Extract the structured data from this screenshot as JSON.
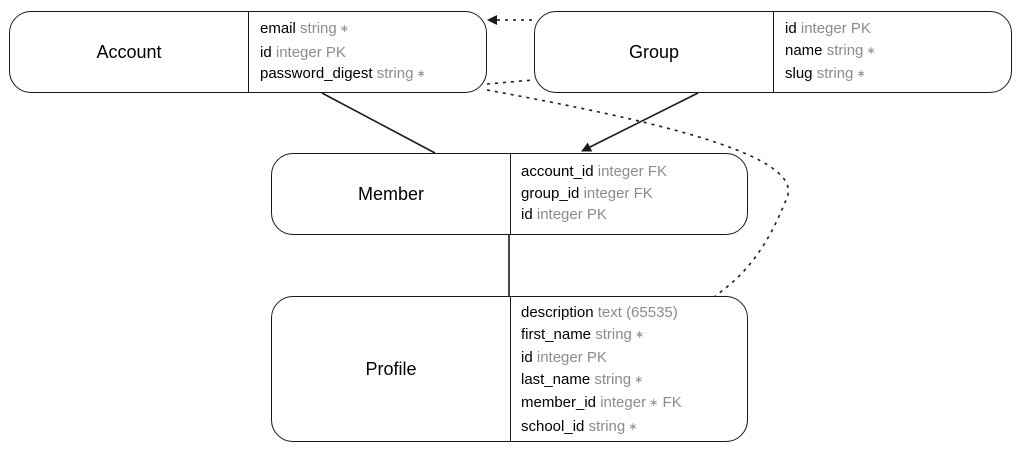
{
  "entities": {
    "account": {
      "name": "Account",
      "attributes": [
        {
          "name": "email",
          "type": "string",
          "required": true,
          "key": ""
        },
        {
          "name": "id",
          "type": "integer",
          "required": false,
          "key": "PK"
        },
        {
          "name": "password_digest",
          "type": "string",
          "required": true,
          "key": ""
        }
      ]
    },
    "group": {
      "name": "Group",
      "attributes": [
        {
          "name": "id",
          "type": "integer",
          "required": false,
          "key": "PK"
        },
        {
          "name": "name",
          "type": "string",
          "required": true,
          "key": ""
        },
        {
          "name": "slug",
          "type": "string",
          "required": true,
          "key": ""
        }
      ]
    },
    "member": {
      "name": "Member",
      "attributes": [
        {
          "name": "account_id",
          "type": "integer",
          "required": false,
          "key": "FK"
        },
        {
          "name": "group_id",
          "type": "integer",
          "required": false,
          "key": "FK"
        },
        {
          "name": "id",
          "type": "integer",
          "required": false,
          "key": "PK"
        }
      ]
    },
    "profile": {
      "name": "Profile",
      "attributes": [
        {
          "name": "description",
          "type": "text (65535)",
          "required": false,
          "key": ""
        },
        {
          "name": "first_name",
          "type": "string",
          "required": true,
          "key": ""
        },
        {
          "name": "id",
          "type": "integer",
          "required": false,
          "key": "PK"
        },
        {
          "name": "last_name",
          "type": "string",
          "required": true,
          "key": ""
        },
        {
          "name": "member_id",
          "type": "integer",
          "required": true,
          "key": "FK"
        },
        {
          "name": "school_id",
          "type": "string",
          "required": true,
          "key": ""
        }
      ]
    }
  },
  "relationships": [
    {
      "from": "account",
      "to": "member",
      "style": "solid",
      "arrow": "none"
    },
    {
      "from": "group",
      "to": "member",
      "style": "solid",
      "arrow": "filled"
    },
    {
      "from": "member",
      "to": "profile",
      "style": "solid",
      "arrow": "none"
    },
    {
      "from": "group",
      "to": "account",
      "style": "dotted",
      "arrow": "filled"
    },
    {
      "from": "account",
      "to": "profile",
      "style": "dotted",
      "arrow": "none"
    }
  ],
  "colors": {
    "line": "#1a1a1a",
    "type_text": "#8c8c8c",
    "name_text": "#000000"
  }
}
